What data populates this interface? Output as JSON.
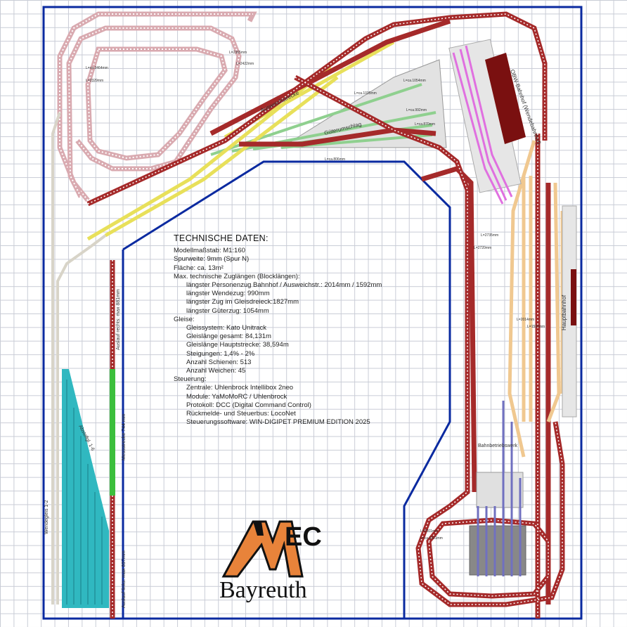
{
  "tech": {
    "title": "TECHNISCHE DATEN:",
    "lines": [
      {
        "text": "Modellmaßstab: M1:160",
        "indent": false
      },
      {
        "text": "Spurweite: 9mm (Spur N)",
        "indent": false
      },
      {
        "text": "Fläche: ca. 13m²",
        "indent": false
      },
      {
        "text": "Max. technische Zuglängen (Blocklängen):",
        "indent": false
      },
      {
        "text": "längster Personenzug Bahnhof / Ausweichstr.: 2014mm / 1592mm",
        "indent": true
      },
      {
        "text": "längster Wendezug: 990mm",
        "indent": true
      },
      {
        "text": "längster Zug im Gleisdreieck:1827mm",
        "indent": true
      },
      {
        "text": "längster Güterzug: 1054mm",
        "indent": true
      },
      {
        "text": "Gleise:",
        "indent": false
      },
      {
        "text": "Gleissystem: Kato Unitrack",
        "indent": true
      },
      {
        "text": "Gleislänge gesamt: 84,131m",
        "indent": true
      },
      {
        "text": "Gleislänge Hauptstrecke: 38,594m",
        "indent": true
      },
      {
        "text": "Steigungen: 1,4% - 2%",
        "indent": true
      },
      {
        "text": "Anzahl Schienen: 513",
        "indent": true
      },
      {
        "text": "Anzahl Weichen: 45",
        "indent": true
      },
      {
        "text": "Steuerung:",
        "indent": false
      },
      {
        "text": "Zentrale: Uhlenbrock Intellibox 2neo",
        "indent": true
      },
      {
        "text": "Module: YaMoMoRC / Uhlenbrock",
        "indent": true
      },
      {
        "text": "Protokoll: DCC (Digital Command Control)",
        "indent": true
      },
      {
        "text": "Rückmelde- und Steuerbus: LocoNet",
        "indent": true
      },
      {
        "text": "Steuerungssoftware: WIN-DIGIPET PREMIUM EDITION 2025",
        "indent": true
      }
    ]
  },
  "labels": {
    "ausweich": "Ausweichstrecke",
    "gueter": "Güterumschlag",
    "obw": "OBW-Bahnhof (Wendebahnhof)",
    "haupt": "Hauptbahnhof",
    "bw": "Bahnbetriebswerk",
    "auslauf_rechts": "Auslauf rechts: max 881mm",
    "auslauf_links": "Auslauf links: max 897mm",
    "mess": "Messstrecke 744 mm",
    "wende": "Wendegleis 1-2",
    "abstell": "Abstellgl. 1-6",
    "m1": "L=ca.2464mm",
    "m2": "L=2329mm",
    "m3": "L=2365mm",
    "m4": "L=2422mm",
    "m5": "L=ca.1054mm",
    "m6": "L=ca.992mm",
    "m7": "L=ca.870mm",
    "m8": "L=ca.806mm",
    "m9": "L=ca.1035mm",
    "m10": "L=2735mm",
    "m11": "L=2720mm",
    "m12": "L=2014mm",
    "m13": "L=1592mm",
    "m14": "L=2201mm",
    "m15": "L=ca.2201mm"
  },
  "logo": {
    "letters": "EC",
    "city": "Bayreuth"
  },
  "colors": {
    "mainline": "#a52a2a",
    "ausweich": "#e8e05a",
    "gueter": "#8fd08f",
    "depot": "#30b8c0",
    "station": "#f0c890",
    "obw": "#e070e0",
    "bw": "#7070c0",
    "border": "#0a2aa0",
    "logo_orange": "#e8833a"
  }
}
